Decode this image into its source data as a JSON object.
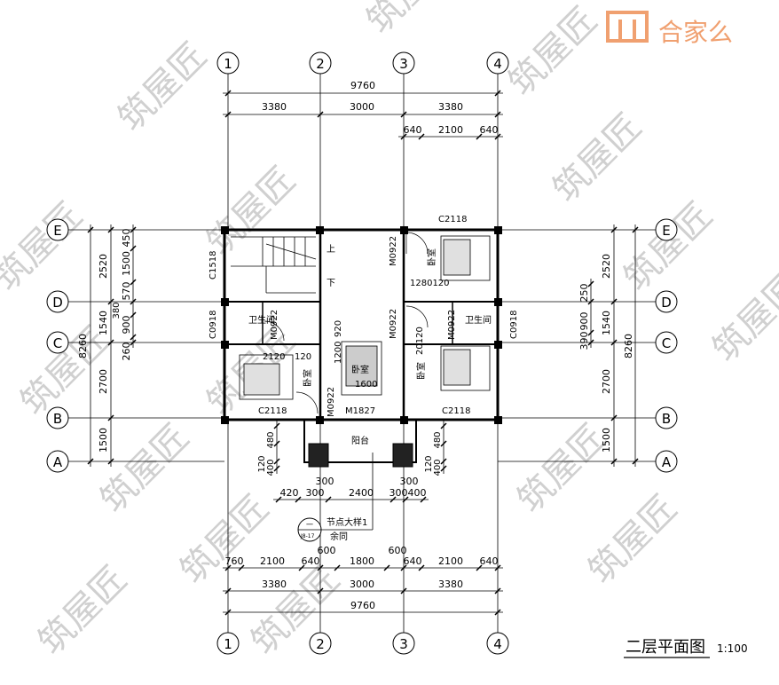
{
  "logo": {
    "text": "合家么",
    "color": "#f0a070"
  },
  "watermark": "筑屋匠",
  "title": {
    "name": "二层平面图",
    "scale": "1:100"
  },
  "axes": {
    "columns": [
      "1",
      "2",
      "3",
      "4"
    ],
    "rows": [
      "E",
      "D",
      "C",
      "B",
      "A"
    ]
  },
  "dimensions": {
    "top_total": "9760",
    "top_spans": [
      "3380",
      "3000",
      "3380"
    ],
    "top_right_sub": [
      "640",
      "2100",
      "640"
    ],
    "bottom_sub": [
      "760",
      "2100",
      "640",
      "600",
      "1800",
      "600",
      "640",
      "2100",
      "640"
    ],
    "bottom_spans": [
      "3380",
      "3000",
      "3380"
    ],
    "bottom_total": "9760",
    "left_outer": "8260",
    "left_spans": [
      "2520",
      "1540",
      "2700",
      "1500"
    ],
    "left_inner": [
      "450",
      "1500",
      "570",
      "380",
      "900",
      "260"
    ],
    "right_outer": "8260",
    "right_spans": [
      "2520",
      "1540",
      "2700",
      "1500"
    ],
    "right_inner": [
      "250",
      "900",
      "390"
    ],
    "balcony_row": [
      "420",
      "300",
      "2400",
      "300",
      "400"
    ],
    "balcony_top": [
      "300",
      "300"
    ],
    "balcony_side": [
      "480",
      "400",
      "120",
      "480",
      "400",
      "120"
    ]
  },
  "labels": {
    "window_c2118": "C2118",
    "window_c1518": "C1518",
    "window_c0918": "C0918",
    "door_m0922": "M0922",
    "door_m1827": "M1827",
    "bedroom": "卧室",
    "bathroom": "卫生间",
    "balcony": "阳台",
    "up": "上",
    "down": "下",
    "tv_1280": "1280120",
    "tv_2120": "2120",
    "tv_120": "120",
    "val_920": "920",
    "val_1600": "1600",
    "val_1200": "1200",
    "val_2012": "20120",
    "detail_ref": "节点大样1",
    "detail_sub": "余同",
    "detail_num": "一",
    "detail_code": "J8-17"
  }
}
